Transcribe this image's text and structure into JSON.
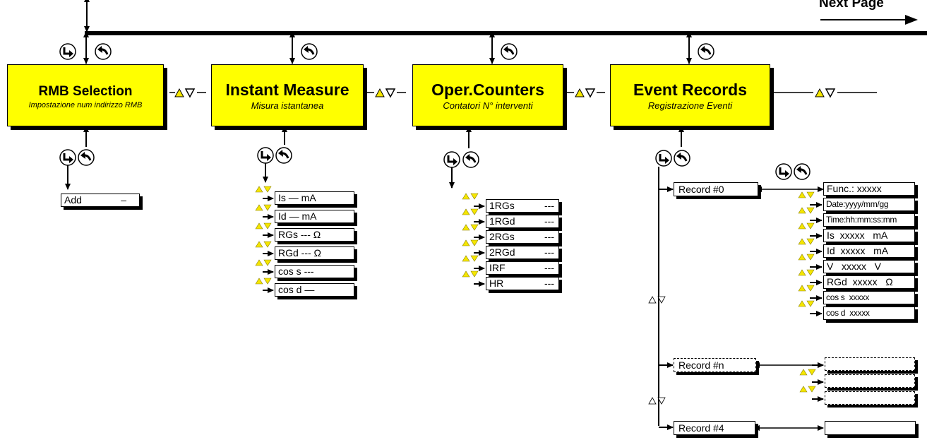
{
  "header": {
    "next_page_label": "Next Page"
  },
  "menus": [
    {
      "title": "RMB Selection",
      "subtitle": "Impostazione num indirizzo RMB"
    },
    {
      "title": "Instant Measure",
      "subtitle": "Misura istantanea"
    },
    {
      "title": "Oper.Counters",
      "subtitle": "Contatori N° interventi"
    },
    {
      "title": "Event Records",
      "subtitle": "Registrazione Eventi"
    }
  ],
  "rmb_selection": {
    "add_label": "Add",
    "add_value": "–"
  },
  "instant_measure": {
    "items": [
      "Is — mA",
      "Id — mA",
      "RGs --- Ω",
      "RGd --- Ω",
      "cos s ---",
      "cos d —"
    ]
  },
  "oper_counters": {
    "items": [
      {
        "label": "1RGs",
        "value": "---"
      },
      {
        "label": "1RGd",
        "value": "---"
      },
      {
        "label": "2RGs",
        "value": "---"
      },
      {
        "label": "2RGd",
        "value": "---"
      },
      {
        "label": "IRF",
        "value": "---"
      },
      {
        "label": "HR",
        "value": "---"
      }
    ]
  },
  "event_records": {
    "records": [
      "Record #0",
      "Record #n",
      "Record #4"
    ],
    "record_fields": [
      "Func.: xxxxx",
      "Date:yyyy/mm/gg",
      "Time:hh:mm:ss:mm",
      "Is  xxxxx   mA",
      "Id  xxxxx   mA",
      "V   xxxxx   V",
      "RGd  xxxxx   Ω",
      "cos s  xxxxx",
      "cos d  xxxxx"
    ]
  },
  "icons": {
    "enter": "enter-arrow-icon",
    "back": "back-curve-arrow-icon",
    "up_down": "up-down-arrow-icon",
    "nav": "nav-up-down-triangles-icon"
  },
  "colors": {
    "menu_fill": "#ffff00",
    "triangle": "#f5e600",
    "line": "#000000"
  }
}
